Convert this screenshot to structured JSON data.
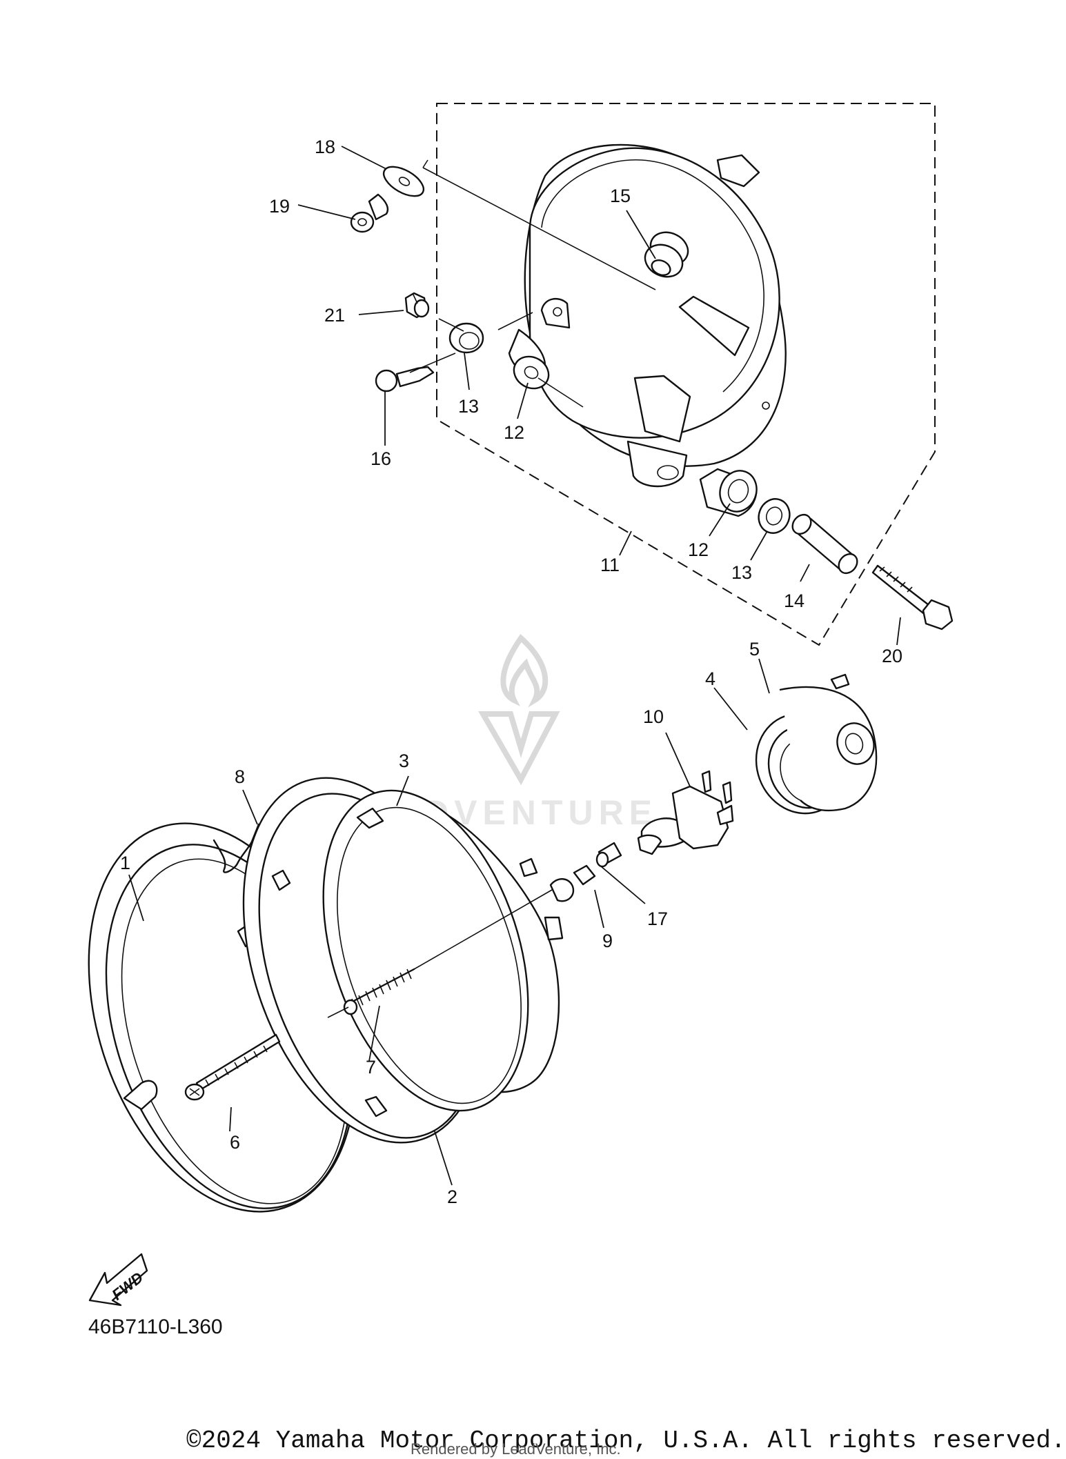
{
  "watermark": {
    "text": "LEADVENTURE"
  },
  "diagram_code": "46B7110-L360",
  "fwd_label": "FWD",
  "copyright": "©2024 Yamaha Motor Corporation, U.S.A. All rights reserved.",
  "rendered_by": "Rendered by LeadVenture, Inc.",
  "callouts": {
    "c1": "1",
    "c2": "2",
    "c3": "3",
    "c4": "4",
    "c5": "5",
    "c6": "6",
    "c7": "7",
    "c8": "8",
    "c9": "9",
    "c10": "10",
    "c11": "11",
    "c12a": "12",
    "c12b": "12",
    "c13a": "13",
    "c13b": "13",
    "c14": "14",
    "c15": "15",
    "c16": "16",
    "c17": "17",
    "c18": "18",
    "c19": "19",
    "c20": "20",
    "c21": "21"
  }
}
